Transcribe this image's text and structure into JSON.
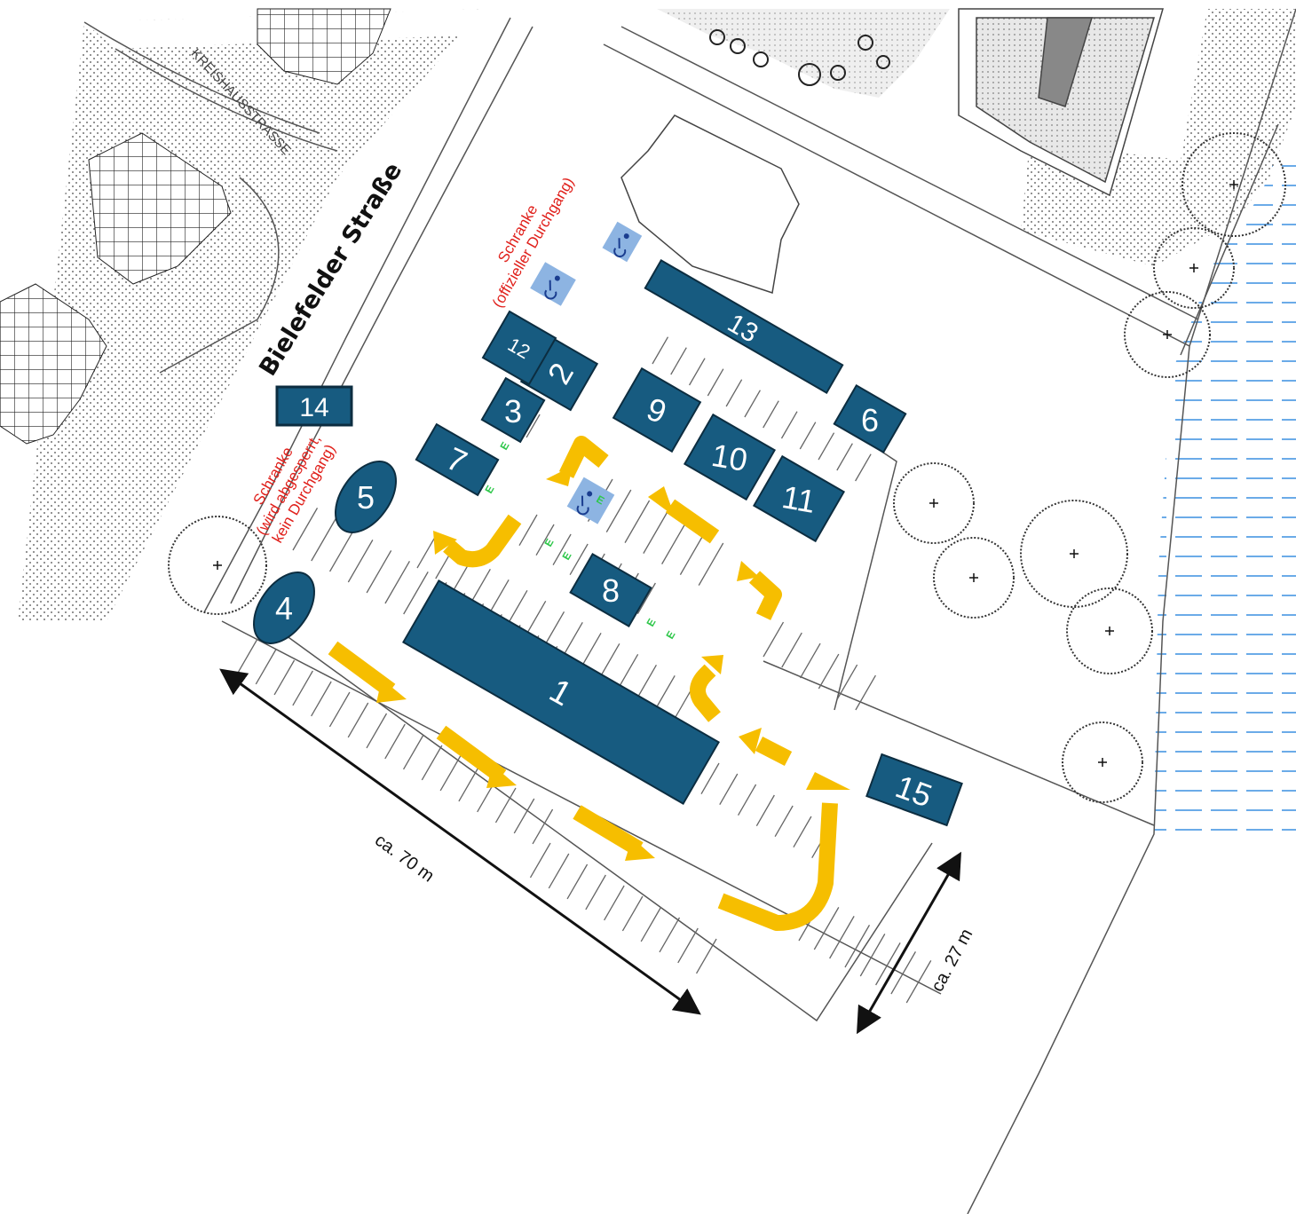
{
  "streets": {
    "main": "Bielefelder Straße",
    "secondary": "KREISHAUSSTRASSE"
  },
  "notes": {
    "barrier_official_line1": "Schranke",
    "barrier_official_line2": "(offizieller Durchgang)",
    "barrier_closed_line1": "Schranke",
    "barrier_closed_line2": "(wird abgesperrt,",
    "barrier_closed_line3": "kein Durchgang)"
  },
  "dimensions": {
    "length": "ca. 70 m",
    "width": "ca. 27 m"
  },
  "zones": [
    {
      "id": "zone-1",
      "label": "1"
    },
    {
      "id": "zone-2",
      "label": "2"
    },
    {
      "id": "zone-3",
      "label": "3"
    },
    {
      "id": "zone-4",
      "label": "4"
    },
    {
      "id": "zone-5",
      "label": "5"
    },
    {
      "id": "zone-6",
      "label": "6"
    },
    {
      "id": "zone-7",
      "label": "7"
    },
    {
      "id": "zone-8",
      "label": "8"
    },
    {
      "id": "zone-9",
      "label": "9"
    },
    {
      "id": "zone-10",
      "label": "10"
    },
    {
      "id": "zone-11",
      "label": "11"
    },
    {
      "id": "zone-12",
      "label": "12"
    },
    {
      "id": "zone-13",
      "label": "13"
    },
    {
      "id": "zone-14",
      "label": "14"
    },
    {
      "id": "zone-15",
      "label": "15"
    }
  ],
  "colors": {
    "zone_fill": "#175b80",
    "arrow": "#f6be00",
    "water": "#3a8fe0",
    "note": "#e0201b",
    "line": "#555555"
  },
  "icons": [
    "wheelchair-icon",
    "ev-charging-icon",
    "tree-icon",
    "arrow-icon"
  ]
}
